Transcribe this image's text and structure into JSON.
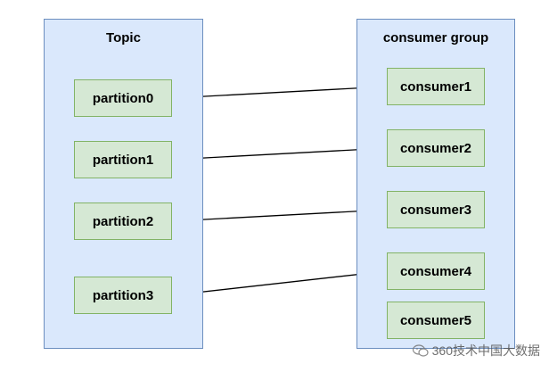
{
  "topic": {
    "title": "Topic",
    "partitions": [
      "partition0",
      "partition1",
      "partition2",
      "partition3"
    ]
  },
  "consumer_group": {
    "title": "consumer group",
    "consumers": [
      "consumer1",
      "consumer2",
      "consumer3",
      "consumer4",
      "consumer5"
    ]
  },
  "connections": [
    {
      "from": "partition0",
      "to": "consumer1"
    },
    {
      "from": "partition1",
      "to": "consumer2"
    },
    {
      "from": "partition2",
      "to": "consumer3"
    },
    {
      "from": "partition3",
      "to": "consumer4"
    }
  ],
  "watermark": {
    "text": "360技术中国大数据",
    "icon": "wechat-icon"
  },
  "colors": {
    "group_fill": "#dae8fc",
    "group_stroke": "#6c8ebf",
    "node_fill": "#d5e8d4",
    "node_stroke": "#82b366",
    "edge": "#000000"
  }
}
